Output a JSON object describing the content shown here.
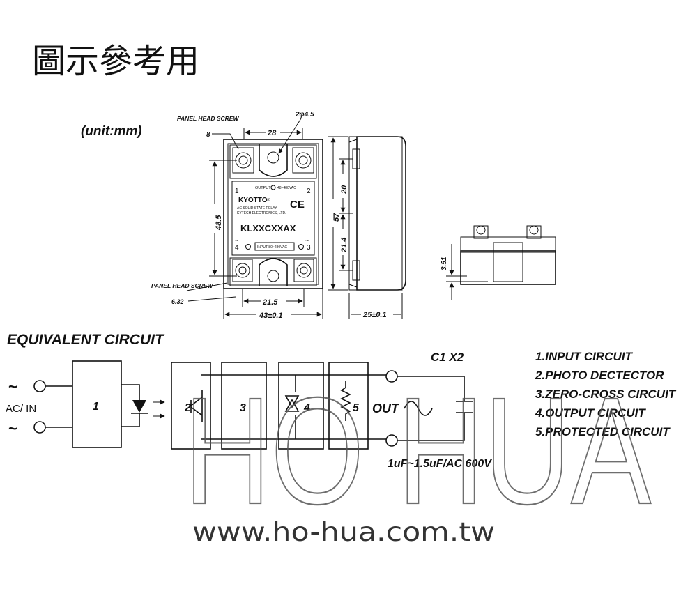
{
  "title": "圖示參考用",
  "unit_label": "(unit:mm)",
  "front_view": {
    "panel_head_screw_top": "PANEL HEAD SCREW",
    "panel_head_screw_bottom": "PANEL HEAD SCREW",
    "dim_8": "8",
    "dim_hole": "2φ4.5",
    "dim_28": "28",
    "dim_48_5": "48.5",
    "dim_6_32": "6.32",
    "dim_21_5": "21.5",
    "dim_43": "43±0.1",
    "label_output": "OUTPUT",
    "label_output_voltage": "48~480VAC",
    "brand": "KYOTTO",
    "brand_r": "®",
    "product_desc": "AC SOLID STATE RELAY",
    "company": "KYTECH ELECTRONICS, LTD.",
    "ce_mark": "CE",
    "model": "KLXXCXXAX",
    "label_input": "INPUT 80~280VAC",
    "terminal_1": "1",
    "terminal_2": "2",
    "terminal_3": "3",
    "terminal_4": "4"
  },
  "side_view": {
    "dim_57": "57",
    "dim_20": "20",
    "dim_21_4": "21.4",
    "dim_25": "25±0.1"
  },
  "end_view": {
    "dim_3_51": "3.51"
  },
  "circuit": {
    "heading": "EQUIVALENT  CIRCUIT",
    "ac_in": "AC/ IN",
    "tilde_top": "~",
    "tilde_bottom": "~",
    "block_1": "1",
    "block_2": "2",
    "block_3": "3",
    "block_4": "4",
    "block_5": "5",
    "out": "OUT",
    "c1x2": "C1 X2",
    "capacitor_spec": "1uF~1.5uF/AC 600V"
  },
  "legend": [
    "1.INPUT  CIRCUIT",
    "2.PHOTO  DECTECTOR",
    "3.ZERO-CROSS CIRCUIT",
    "4.OUTPUT  CIRCUIT",
    "5.PROTECTED  CIRCUIT"
  ],
  "watermark": {
    "text": "HO HUA",
    "url": "www.ho-hua.com.tw"
  }
}
